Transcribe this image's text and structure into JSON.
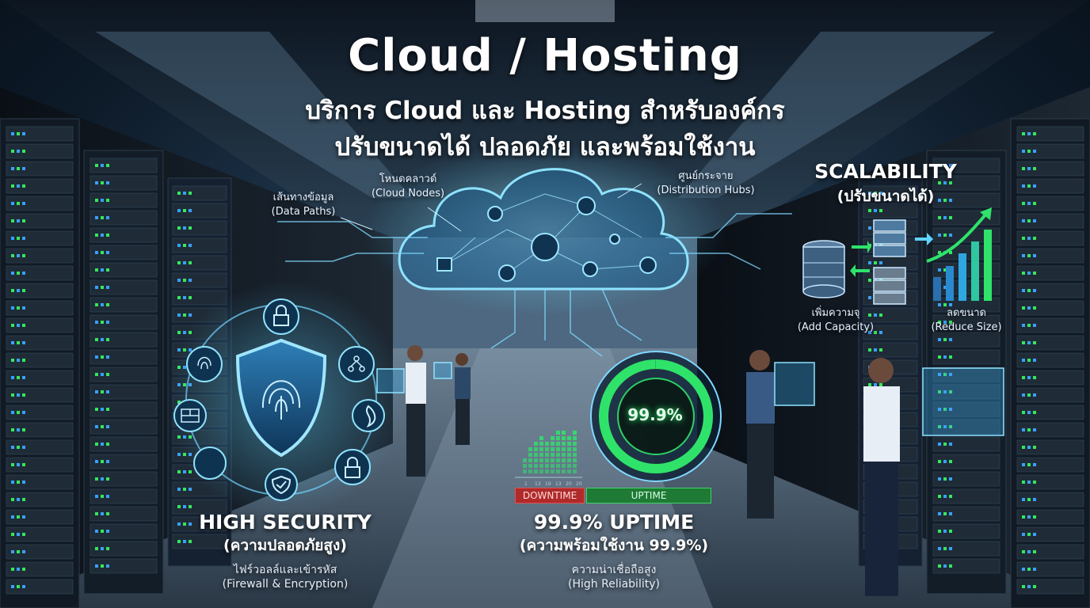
{
  "header": {
    "title": "Cloud / Hosting",
    "subtitle_line1": "บริการ Cloud และ Hosting สำหรับองค์กร",
    "subtitle_line2": "ปรับขนาดได้ ปลอดภัย และพร้อมใช้งาน"
  },
  "cloud_labels": {
    "data_paths_th": "เส้นทางข้อมูล",
    "data_paths_en": "(Data Paths)",
    "cloud_nodes_th": "โหนดคลาวด์",
    "cloud_nodes_en": "(Cloud Nodes)",
    "distribution_hubs_th": "ศูนย์กระจาย",
    "distribution_hubs_en": "(Distribution Hubs)"
  },
  "scalability": {
    "title": "SCALABILITY",
    "title_th": "(ปรับขนาดได้)",
    "add_capacity_th": "เพิ่มความจุ",
    "add_capacity_en": "(Add Capacity)",
    "reduce_size_th": "ลดขนาด",
    "reduce_size_en": "(Reduce Size)"
  },
  "security": {
    "title": "HIGH SECURITY",
    "title_th": "(ความปลอดภัยสูง)",
    "detail_th": "ไฟร์วอลล์และเข้ารหัส",
    "detail_en": "(Firewall & Encryption)"
  },
  "uptime": {
    "gauge_value": "99.9%",
    "gauge_fraction": 0.999,
    "downtime_label": "DOWNTIME",
    "uptime_label": "UPTIME",
    "bar_axis_ticks": [
      "1",
      "13",
      "19",
      "13",
      "20",
      "20"
    ],
    "title": "99.9% UPTIME",
    "title_th": "(ความพร้อมใช้งาน 99.9%)",
    "detail_th": "ความน่าเชื่อถือสูง",
    "detail_en": "(High Reliability)"
  },
  "icons": [
    "cloud-icon",
    "lock-icon",
    "shield-fingerprint-icon",
    "fingerprint-icon",
    "firewall-icon",
    "fire-icon",
    "check-shield-icon",
    "network-icon",
    "database-icon",
    "server-stack-icon",
    "growth-chart-icon",
    "arrow-right-icon",
    "arrow-left-icon"
  ],
  "colors": {
    "accent_cyan": "#5fd4ff",
    "uptime_green": "#2fe36a",
    "downtime_red": "#b02a2a",
    "server_led_green": "#35e85b",
    "server_led_blue": "#3aa0ff"
  }
}
